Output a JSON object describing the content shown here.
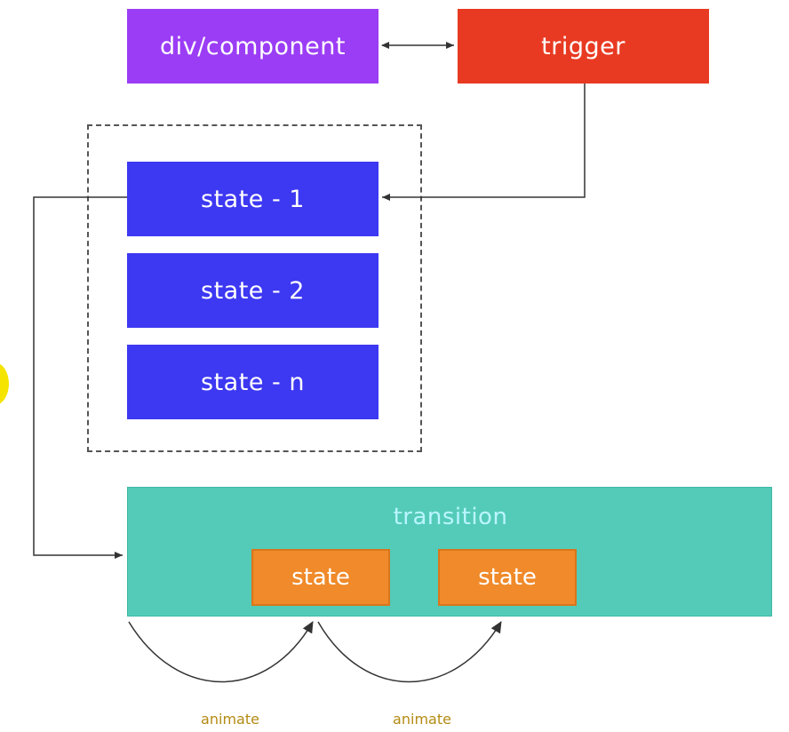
{
  "nodes": {
    "component": {
      "label": "div/component"
    },
    "trigger": {
      "label": "trigger"
    },
    "states": [
      {
        "label": "state - 1"
      },
      {
        "label": "state - 2"
      },
      {
        "label": "state - n"
      }
    ],
    "transition": {
      "label": "transition",
      "states": [
        {
          "label": "state"
        },
        {
          "label": "state"
        }
      ]
    }
  },
  "edges": [
    {
      "from": "component",
      "to": "trigger",
      "type": "bidirectional"
    },
    {
      "from": "trigger",
      "to": "state-1",
      "type": "directed"
    },
    {
      "from": "state-1",
      "to": "transition",
      "type": "directed"
    },
    {
      "from": "transition-left",
      "to": "state-a",
      "label": "animate",
      "type": "curved"
    },
    {
      "from": "state-a",
      "to": "state-b",
      "label": "animate",
      "type": "curved"
    }
  ],
  "annotations": {
    "animate_1": "animate",
    "animate_2": "animate"
  },
  "colors": {
    "component": "#9b3df5",
    "trigger": "#e83a22",
    "state": "#3d38f2",
    "transition": "#54cbb8",
    "transition_text": "#b9f5ff",
    "state_small": "#f08a2a",
    "animate_text": "#b38a12",
    "marker": "#f5e400",
    "line": "#333333"
  }
}
